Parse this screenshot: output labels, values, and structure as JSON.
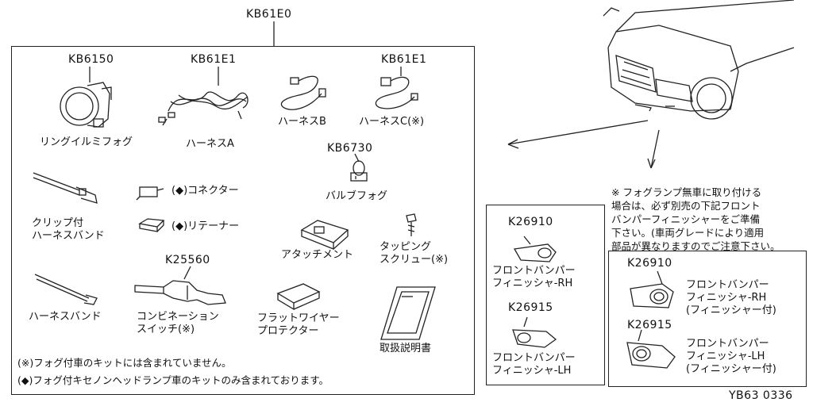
{
  "kit_code": "KB61E0",
  "items": {
    "fog_lamp": {
      "code": "KB6150",
      "label": "リングイルミフォグ"
    },
    "harness_a": {
      "code": "KB61E1",
      "label": "ハーネスA"
    },
    "harness_b": {
      "label": "ハーネスB"
    },
    "harness_c": {
      "code": "KB61E1",
      "label": "ハーネスC(※)"
    },
    "bulb": {
      "code": "KB6730",
      "label": "バルブフォグ"
    },
    "clip_band": {
      "label": "クリップ付\nハーネスバンド"
    },
    "connector": {
      "label": "(◆)コネクター"
    },
    "retainer": {
      "label": "(◆)リテーナー"
    },
    "tapping_screw": {
      "label": "タッピング\nスクリュー(※)"
    },
    "attachment": {
      "label": "アタッチメント"
    },
    "switch": {
      "code": "K25560",
      "label": "コンビネーション\nスイッチ(※)"
    },
    "harness_band": {
      "label": "ハーネスバンド"
    },
    "wire_protector": {
      "label": "フラットワイヤー\nプロテクター"
    },
    "manual": {
      "label": "取扱説明書"
    }
  },
  "notes": {
    "asterisk": "(※)フォグ付車のキットには含まれていません。",
    "diamond": "(◆)フォグ付キセノンヘッドランプ車のキットのみ含まれております。"
  },
  "finisher_left": {
    "rh_code": "K26910",
    "rh_label": "フロントバンパー\nフィニッシャ-RH",
    "lh_code": "K26915",
    "lh_label": "フロントバンパー\nフィニッシャ-LH"
  },
  "warning_note": "※ フォグランプ無車に取り付ける\n場合は、必ず別売の下記フロント\nバンパーフィニッシャーをご準備\n下さい。(車両グレードにより適用\n部品が異なりますのでご注意下さい。",
  "finisher_right": {
    "rh_code": "K26910",
    "rh_label": "フロントバンパー\nフィニッシャ-RH\n(フィニッシャー付)",
    "lh_code": "K26915",
    "lh_label": "フロントバンパー\nフィニッシャ-LH\n(フィニッシャー付)"
  },
  "figure_id": "YB63 0336"
}
